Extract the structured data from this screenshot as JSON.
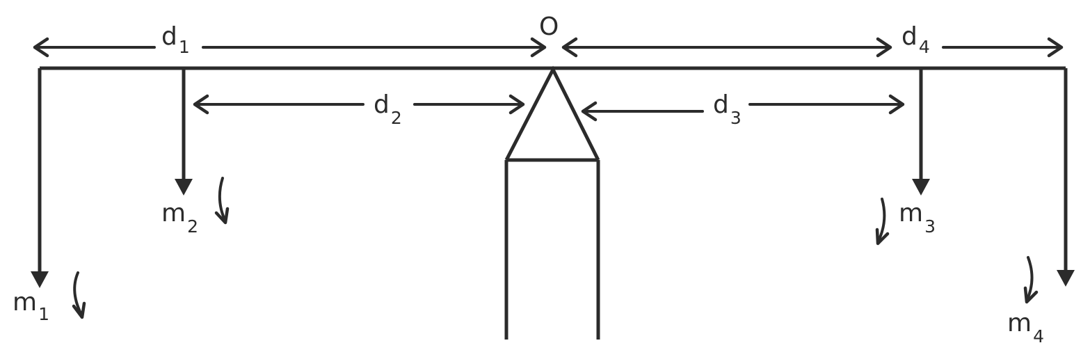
{
  "pivot": {
    "label": "O"
  },
  "distances": [
    {
      "symbol": "d",
      "sub": "1"
    },
    {
      "symbol": "d",
      "sub": "2"
    },
    {
      "symbol": "d",
      "sub": "3"
    },
    {
      "symbol": "d",
      "sub": "4"
    }
  ],
  "masses": [
    {
      "symbol": "m",
      "sub": "1"
    },
    {
      "symbol": "m",
      "sub": "2"
    },
    {
      "symbol": "m",
      "sub": "3"
    },
    {
      "symbol": "m",
      "sub": "4"
    }
  ],
  "colors": {
    "ink": "#2b2b2b",
    "background": "#ffffff"
  }
}
